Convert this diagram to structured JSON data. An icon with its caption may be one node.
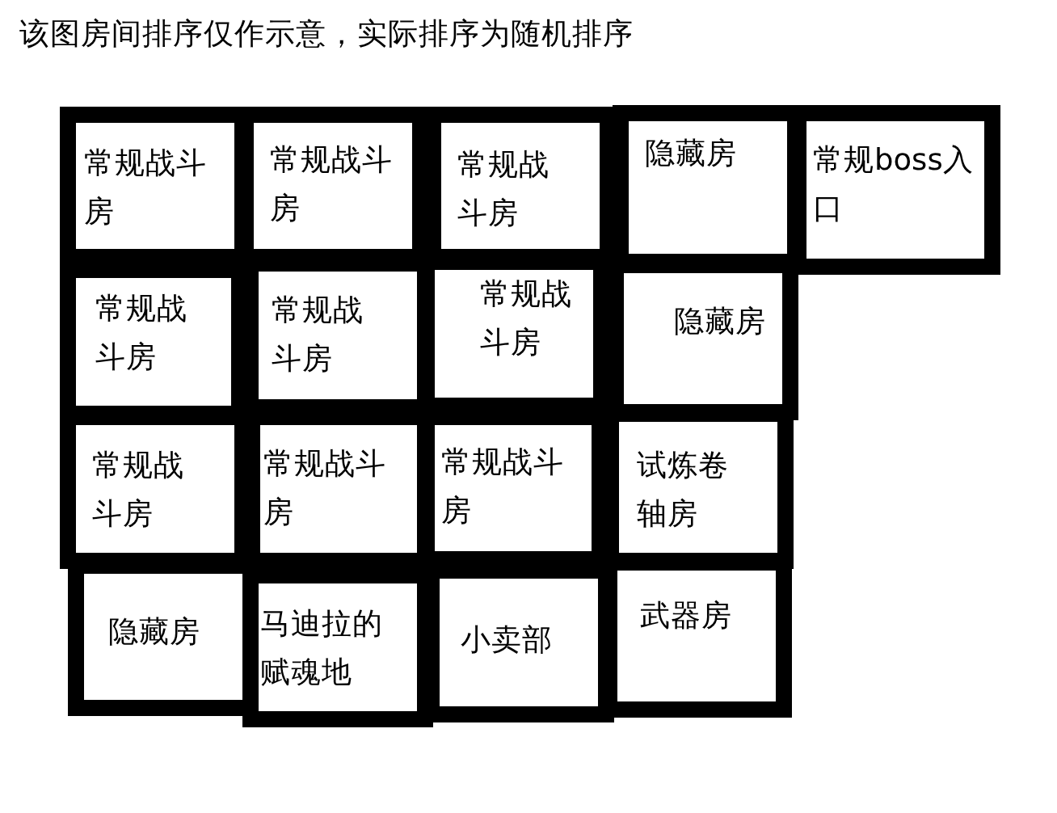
{
  "diagram": {
    "title": "该图房间排序仅作示意，实际排序为随机排序",
    "nodes": [
      {
        "text": [
          "常规战斗房"
        ]
      },
      {
        "text": [
          "常规战斗房"
        ]
      },
      {
        "text": [
          "常规战斗房"
        ]
      },
      {
        "text": [
          "隐藏房"
        ]
      },
      {
        "text": [
          "常规boss入口"
        ]
      },
      {
        "text": [
          "常规战斗房"
        ]
      },
      {
        "text": [
          "常规战斗房"
        ]
      },
      {
        "text": [
          "常规战斗房"
        ]
      },
      {
        "text": [
          "隐藏房"
        ]
      },
      {
        "text": [
          "常规战斗房"
        ]
      },
      {
        "text": [
          "常规战斗房"
        ]
      },
      {
        "text": [
          "常规战斗房"
        ]
      },
      {
        "text": [
          "试炼卷轴房"
        ]
      },
      {
        "text": [
          "隐藏房"
        ]
      },
      {
        "text": [
          "马迪拉的赋魂地"
        ]
      },
      {
        "text": [
          "小卖部"
        ]
      },
      {
        "text": [
          "武器房"
        ]
      }
    ]
  }
}
